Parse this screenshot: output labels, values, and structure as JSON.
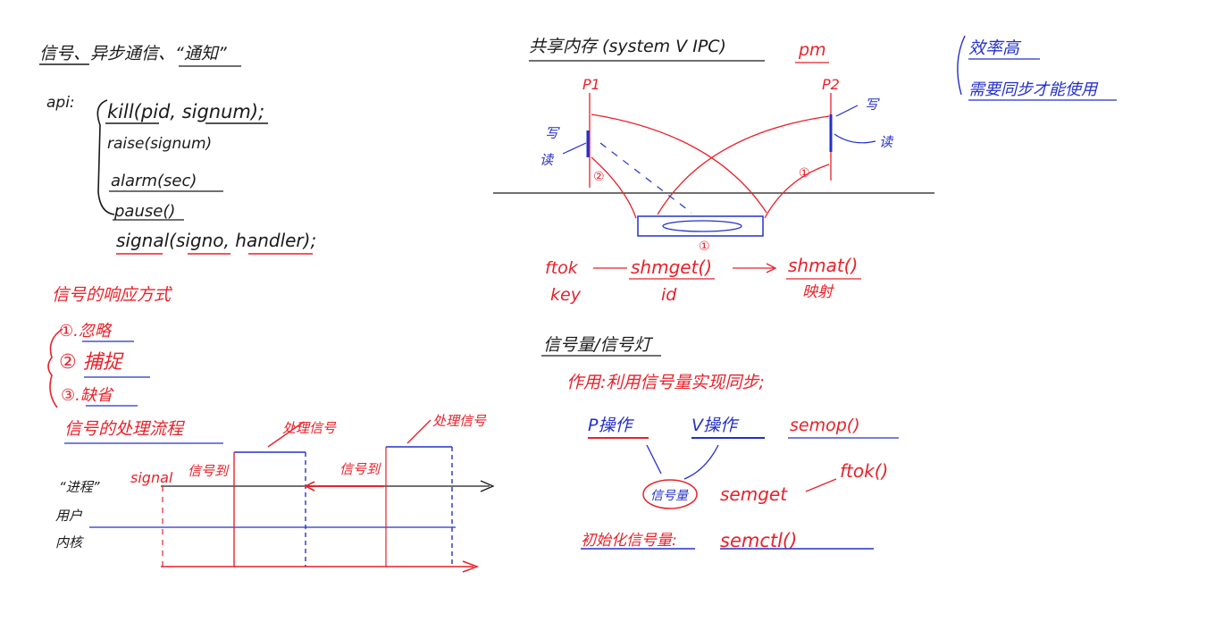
{
  "colors": {
    "ink": "#1a1a1a",
    "red": "#e8212a",
    "blue": "#2430c8"
  },
  "signals": {
    "title": "信号、异步通信、“通知”",
    "api_label": "api:",
    "apis": [
      "kill(pid, signum);",
      "raise(signum)",
      "alarm(sec)",
      "pause()",
      "signal(signo, handler);"
    ],
    "handling_title": "信号的响应方式",
    "handling": [
      "①.忽略",
      "② 捕捉",
      "③.缺省"
    ],
    "flow_title": "信号的处理流程",
    "flow_labels": {
      "handler1": "处理信号",
      "handler2": "处理信号",
      "signal": "signal",
      "arrive1": "信号到",
      "arrive2": "信号到",
      "process": "“进程”",
      "user": "用户",
      "kernel": "内核"
    }
  },
  "shm": {
    "title": "共享内存 (system V IPC)",
    "title_note": "pm",
    "p1": "P1",
    "p2": "P2",
    "write_p1": "写",
    "read_p1": "读",
    "write_p2": "写",
    "read_p2": "读",
    "step_a": "②",
    "step_b": "①",
    "step_c": "①",
    "ftok": "ftok",
    "key": "key",
    "shmget": "shmget()",
    "id": "id",
    "shmat": "shmat()",
    "mapping": "映射"
  },
  "notes": {
    "efficiency": "效率高",
    "sync": "需要同步才能使用"
  },
  "sem": {
    "title": "信号量/信号灯",
    "purpose": "作用:利用信号量实现同步;",
    "p_op": "P操作",
    "v_op": "V操作",
    "semop": "semop()",
    "sem_circle": "信号量",
    "semget": "semget",
    "ftok": "ftok()",
    "init": "初始化信号量:",
    "semctl": "semctl()"
  }
}
